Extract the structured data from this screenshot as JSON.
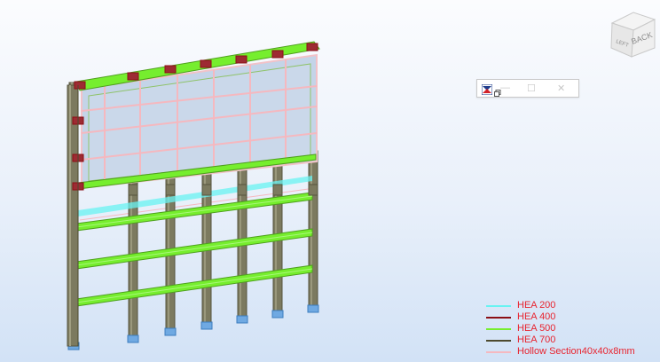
{
  "legend": {
    "items": [
      {
        "label": "HEA 200",
        "color": "#68f3f2"
      },
      {
        "label": "HEA 400",
        "color": "#8b0f16"
      },
      {
        "label": "HEA 500",
        "color": "#76ee2e"
      },
      {
        "label": "HEA 700",
        "color": "#4d4a2e"
      },
      {
        "label": "Hollow Section40x40x8mm",
        "color": "#f5b8bf"
      }
    ]
  },
  "view_cube": {
    "face_front": "BACK",
    "face_side": "LEFT"
  },
  "mini_window": {
    "minimize_glyph": "—",
    "maximize_glyph": "☐",
    "close_glyph": "✕"
  },
  "colors": {
    "column": "#7c7a5f",
    "column_dark": "#56543d",
    "panel": "#c4d4e8",
    "panel_frame": "#f2c2c8",
    "base_plate": "#6fa9e2",
    "connector": "#9d2b33"
  }
}
